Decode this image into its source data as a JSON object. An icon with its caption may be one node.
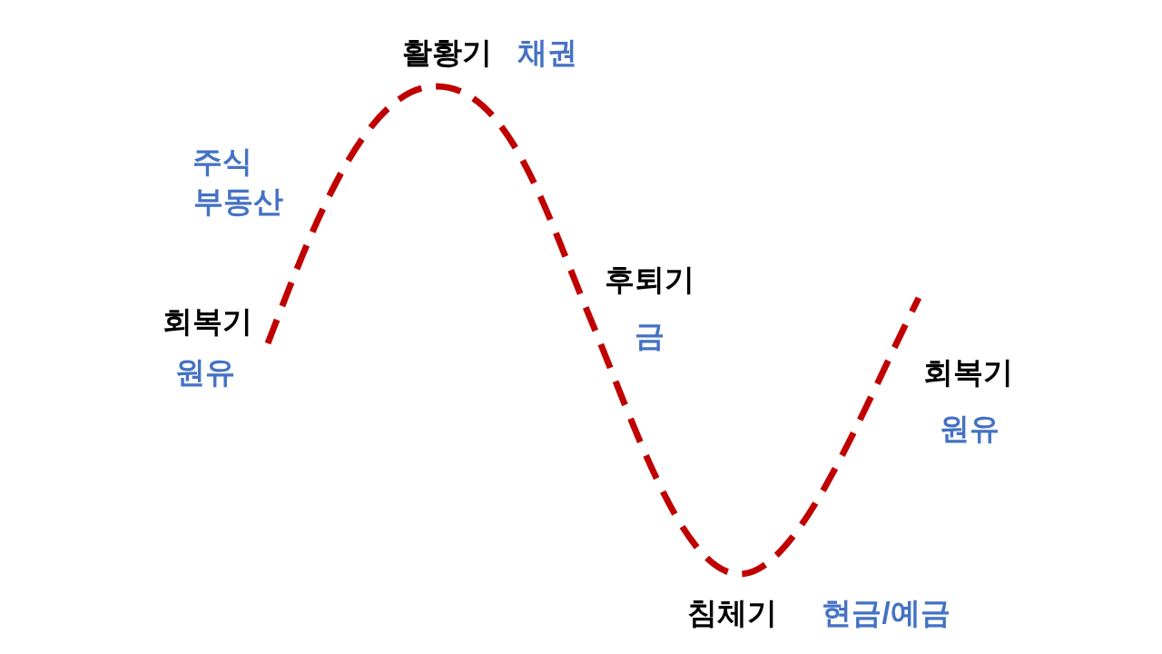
{
  "diagram": {
    "labels": [
      "활황기",
      "채권",
      "주식",
      "부동산",
      "후퇴기",
      "회복기",
      "금",
      "원유",
      "회복기",
      "원유",
      "침체기",
      "현금/예금"
    ]
  }
}
